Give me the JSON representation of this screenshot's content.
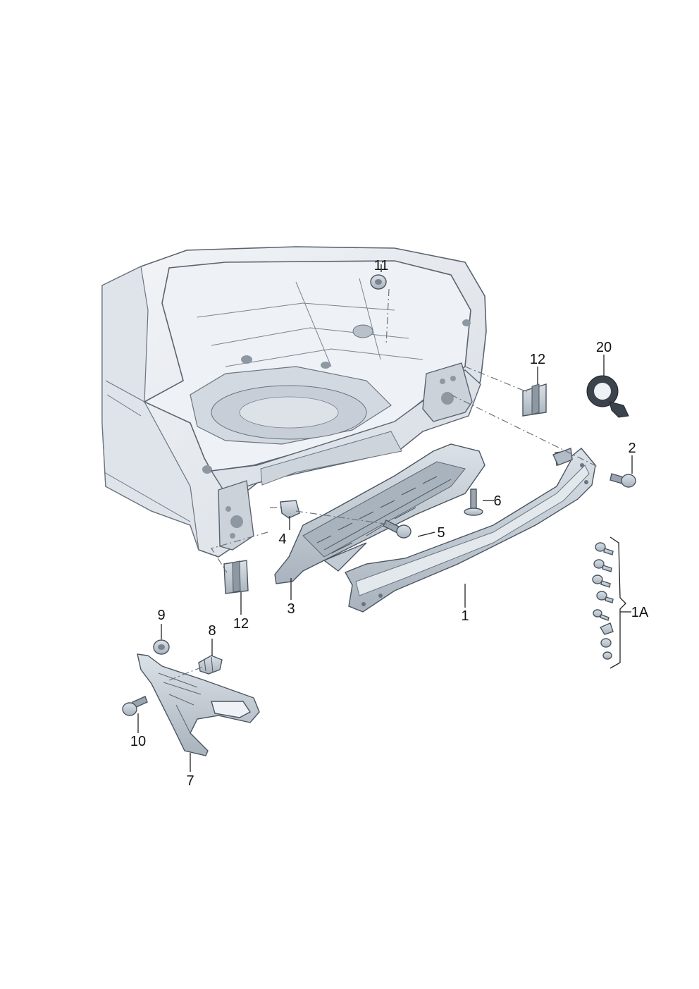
{
  "callouts": {
    "c1": "1",
    "c1a": "1A",
    "c2": "2",
    "c3": "3",
    "c4": "4",
    "c5": "5",
    "c6": "6",
    "c7": "7",
    "c8": "8",
    "c9": "9",
    "c10": "10",
    "c11": "11",
    "c12_left": "12",
    "c12_right": "12",
    "c20": "20"
  },
  "colors": {
    "body_fill": "#e9edf1",
    "body_shade": "#cdd4dc",
    "part_fill": "#c8d0d8",
    "part_dark": "#9aa5b0",
    "line": "#4a5560"
  }
}
